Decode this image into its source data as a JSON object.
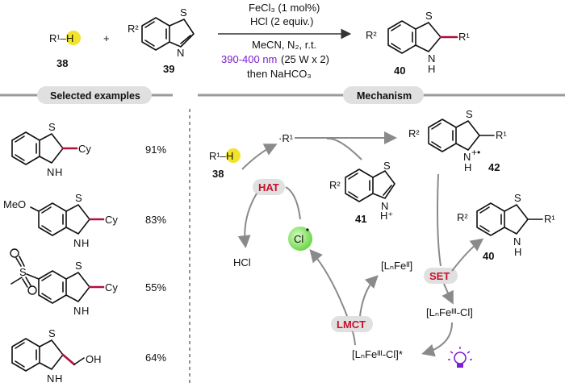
{
  "reaction": {
    "reactant1": "R¹–H",
    "reactant1_num": "38",
    "plus": "+",
    "reactant2_sub": "R²",
    "reactant2_num": "39",
    "cond_line1": "FeCl₃ (1 mol%)",
    "cond_line2": "HCl (2 equiv.)",
    "cond_line3": "MeCN, N₂, r.t.",
    "cond_line4": "390-400 nm",
    "cond_line4_tail": "(25 W x 2)",
    "cond_line5": "then NaHCO₃",
    "product_sub_R2": "R²",
    "product_sub_R1": "R¹",
    "product_num": "40",
    "atom_S": "S",
    "atom_N": "N",
    "atom_H": "H"
  },
  "sections": {
    "left_title": "Selected examples",
    "right_title": "Mechanism"
  },
  "examples": [
    {
      "substituent": "",
      "group": "Cy",
      "yield": "91%"
    },
    {
      "substituent": "MeO",
      "group": "Cy",
      "yield": "83%"
    },
    {
      "substituent": "",
      "group": "Cy",
      "yield": "55%"
    },
    {
      "substituent": "",
      "group": "OH",
      "yield": "64%"
    }
  ],
  "mechanism": {
    "r1h": "R¹–H",
    "r1h_num": "38",
    "radical": "·R¹",
    "hat": "HAT",
    "hcl": "HCl",
    "cl_radical": "Cl",
    "lmct": "LMCT",
    "set": "SET",
    "fe2": "[LₙFeᴵᴵ]",
    "fe3": "[LₙFeᴵᴵᴵ-Cl]",
    "fe3_excited": "[LₙFeᴵᴵᴵ-Cl]*",
    "int41_num": "41",
    "int41_r2": "R²",
    "int41_h": "H⁺",
    "int42_num": "42",
    "int42_r2": "R²",
    "int42_r1": "R¹",
    "int42_nh": "H",
    "prod40_num": "40",
    "prod40_r2": "R²",
    "prod40_r1": "R¹"
  },
  "colors": {
    "highlight": "#f2e22a",
    "pill": "#e0e0e0",
    "red": "#c8102e",
    "purple": "#7b1fd1",
    "green": "#7fe05a",
    "arrow": "#8a8a8a"
  }
}
